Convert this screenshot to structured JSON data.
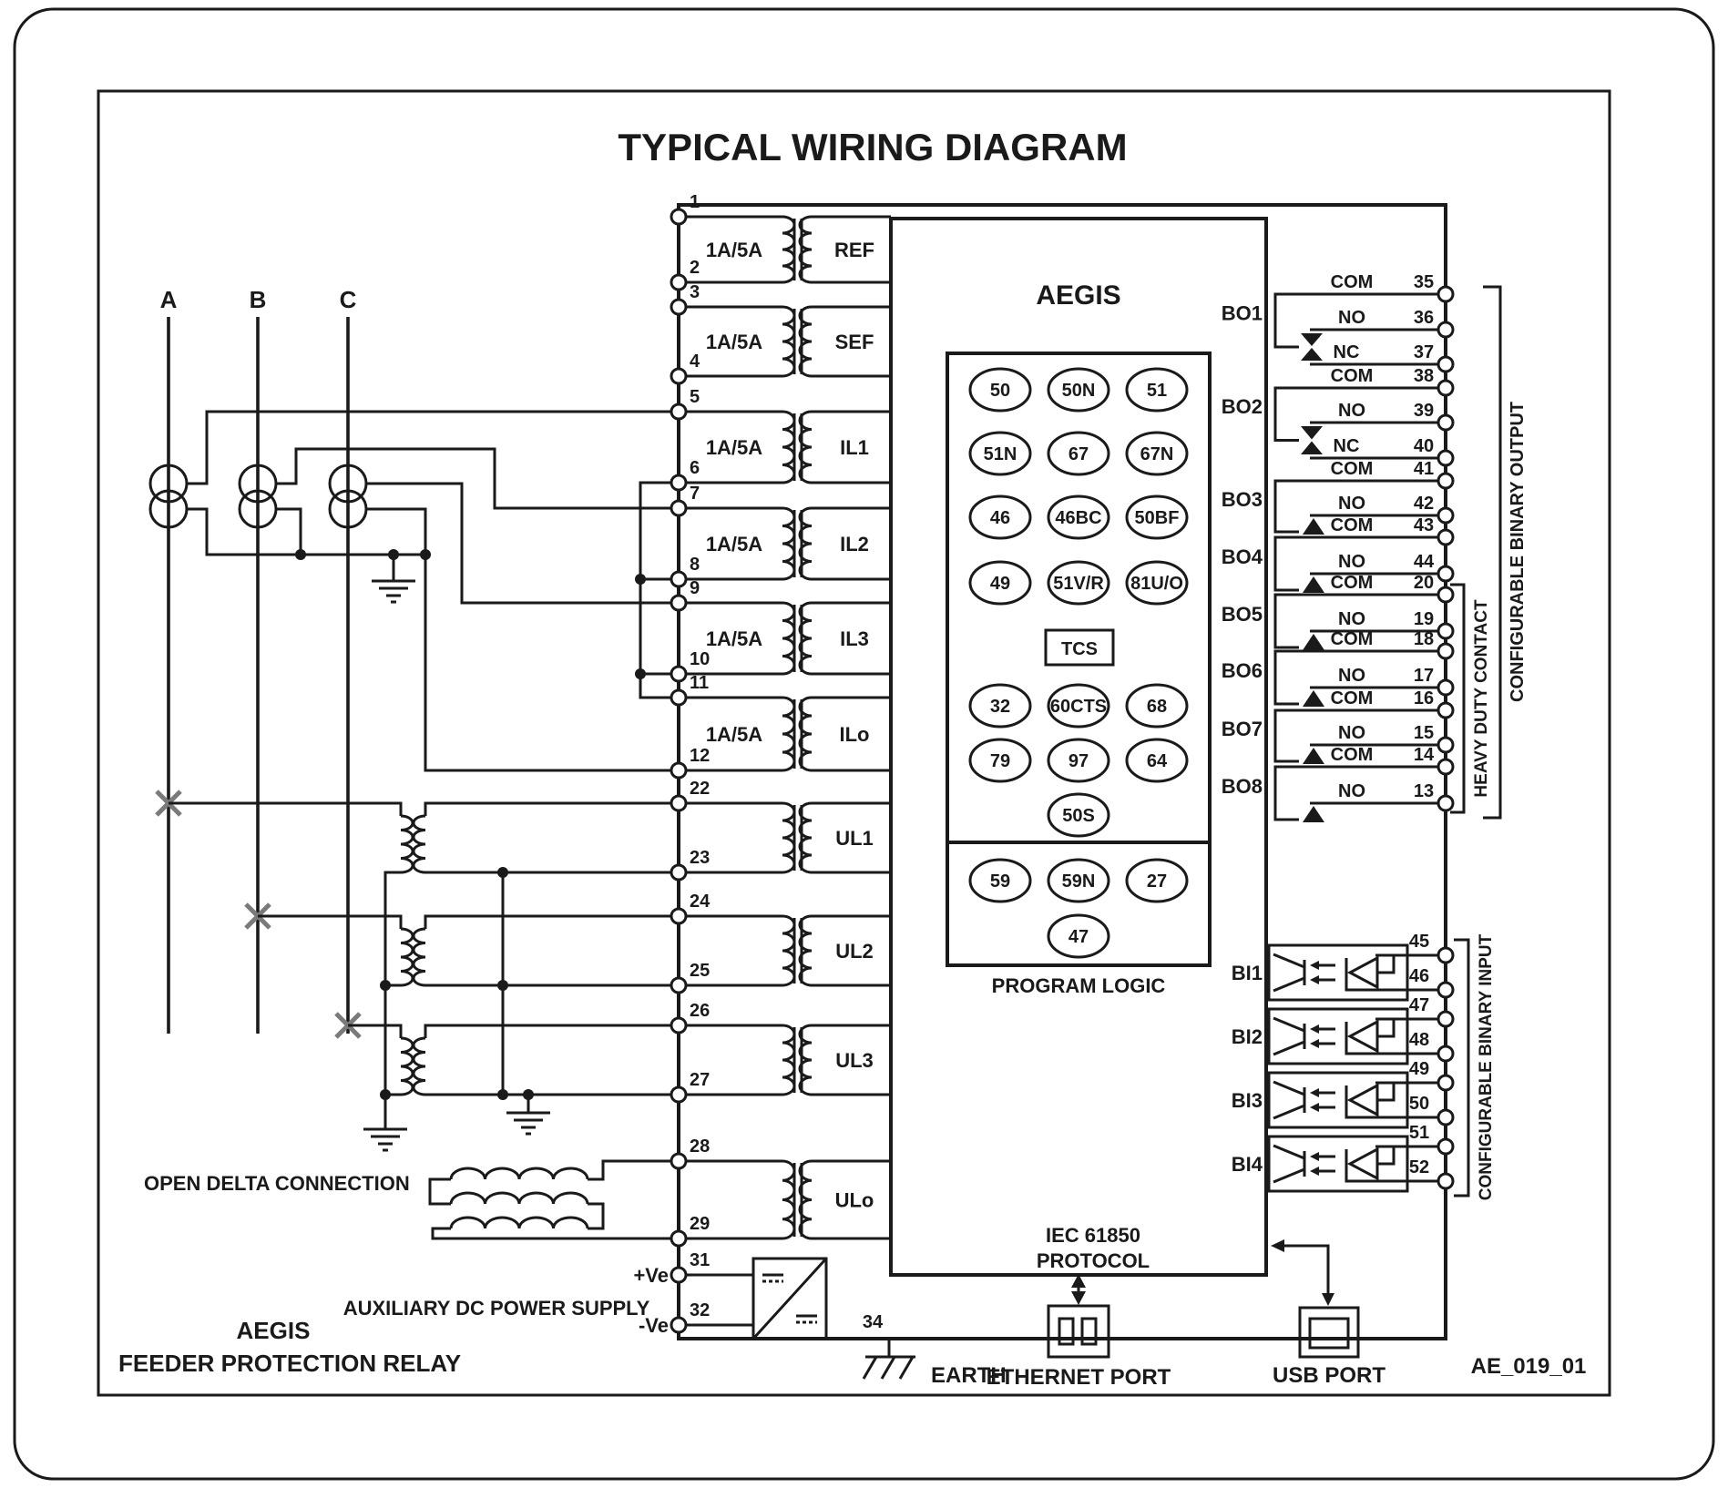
{
  "title": "TYPICAL WIRING DIAGRAM",
  "phases": [
    "A",
    "B",
    "C"
  ],
  "ct_inputs": [
    {
      "terminal_top": "1",
      "terminal_bottom": "2",
      "ratio": "1A/5A",
      "name": "REF"
    },
    {
      "terminal_top": "3",
      "terminal_bottom": "4",
      "ratio": "1A/5A",
      "name": "SEF"
    },
    {
      "terminal_top": "5",
      "terminal_bottom": "6",
      "ratio": "1A/5A",
      "name": "IL1"
    },
    {
      "terminal_top": "7",
      "terminal_bottom": "8",
      "ratio": "1A/5A",
      "name": "IL2"
    },
    {
      "terminal_top": "9",
      "terminal_bottom": "10",
      "ratio": "1A/5A",
      "name": "IL3"
    },
    {
      "terminal_top": "11",
      "terminal_bottom": "12",
      "ratio": "1A/5A",
      "name": "ILo"
    }
  ],
  "vt_inputs": [
    {
      "terminal_top": "22",
      "terminal_bottom": "23",
      "name": "UL1"
    },
    {
      "terminal_top": "24",
      "terminal_bottom": "25",
      "name": "UL2"
    },
    {
      "terminal_top": "26",
      "terminal_bottom": "27",
      "name": "UL3"
    },
    {
      "terminal_top": "28",
      "terminal_bottom": "29",
      "name": "ULo"
    }
  ],
  "device": {
    "name": "AEGIS",
    "program_logic_label": "PROGRAM LOGIC",
    "functions_grid": [
      "50",
      "50N",
      "51",
      "51N",
      "67",
      "67N",
      "46",
      "46BC",
      "50BF",
      "49",
      "51V/R",
      "81U/O"
    ],
    "tcs_label": "TCS",
    "functions_grid2": [
      "32",
      "60CTS",
      "68",
      "79",
      "97",
      "64"
    ],
    "function_50s": "50S",
    "logic_functions": [
      "59",
      "59N",
      "27"
    ],
    "logic_function_center": "47"
  },
  "binary_outputs": [
    {
      "label": "BO1",
      "contacts": [
        {
          "type": "COM",
          "terminal": "35"
        },
        {
          "type": "NO",
          "terminal": "36"
        },
        {
          "type": "NC",
          "terminal": "37"
        }
      ]
    },
    {
      "label": "BO2",
      "contacts": [
        {
          "type": "COM",
          "terminal": "38"
        },
        {
          "type": "NO",
          "terminal": "39"
        },
        {
          "type": "NC",
          "terminal": "40"
        }
      ]
    },
    {
      "label": "BO3",
      "contacts": [
        {
          "type": "COM",
          "terminal": "41"
        },
        {
          "type": "NO",
          "terminal": "42"
        }
      ]
    },
    {
      "label": "BO4",
      "contacts": [
        {
          "type": "COM",
          "terminal": "43"
        },
        {
          "type": "NO",
          "terminal": "44"
        }
      ]
    },
    {
      "label": "BO5",
      "contacts": [
        {
          "type": "COM",
          "terminal": "20"
        },
        {
          "type": "NO",
          "terminal": "19"
        }
      ]
    },
    {
      "label": "BO6",
      "contacts": [
        {
          "type": "COM",
          "terminal": "18"
        },
        {
          "type": "NO",
          "terminal": "17"
        }
      ]
    },
    {
      "label": "BO7",
      "contacts": [
        {
          "type": "COM",
          "terminal": "16"
        },
        {
          "type": "NO",
          "terminal": "15"
        }
      ]
    },
    {
      "label": "BO8",
      "contacts": [
        {
          "type": "COM",
          "terminal": "14"
        },
        {
          "type": "NO",
          "terminal": "13"
        }
      ]
    }
  ],
  "binary_inputs": [
    {
      "label": "BI1",
      "terminal_top": "45",
      "terminal_bottom": "46"
    },
    {
      "label": "BI2",
      "terminal_top": "47",
      "terminal_bottom": "48"
    },
    {
      "label": "BI3",
      "terminal_top": "49",
      "terminal_bottom": "50"
    },
    {
      "label": "BI4",
      "terminal_top": "51",
      "terminal_bottom": "52"
    }
  ],
  "group_labels": {
    "binary_output": "CONFIGURABLE BINARY OUTPUT",
    "heavy_duty": "HEAVY DUTY CONTACT",
    "binary_input": "CONFIGURABLE BINARY INPUT"
  },
  "power_supply": {
    "label": "AUXILIARY DC POWER SUPPLY",
    "positive": "+Ve",
    "negative": "-Ve",
    "terminal_positive": "31",
    "terminal_negative": "32"
  },
  "earth": {
    "terminal": "34",
    "label": "EARTH"
  },
  "communication": {
    "protocol_line1": "IEC 61850",
    "protocol_line2": "PROTOCOL",
    "ethernet_label": "ETHERNET PORT",
    "usb_label": "USB PORT"
  },
  "open_delta_label": "OPEN DELTA CONNECTION",
  "footer": {
    "brand": "AEGIS",
    "product": "FEEDER PROTECTION RELAY",
    "drawing_ref": "AE_019_01"
  },
  "icons": [
    "earth-icon",
    "ground-icon",
    "ethernet-port-icon",
    "usb-port-icon",
    "dc-dc-converter-icon",
    "current-transformer-icon",
    "fuse-cross-icon",
    "optocoupler-icon",
    "arrow-icon"
  ],
  "colors": {
    "line": "#1a1a1a",
    "cross_mark": "#7a7a7a",
    "background": "#ffffff"
  }
}
